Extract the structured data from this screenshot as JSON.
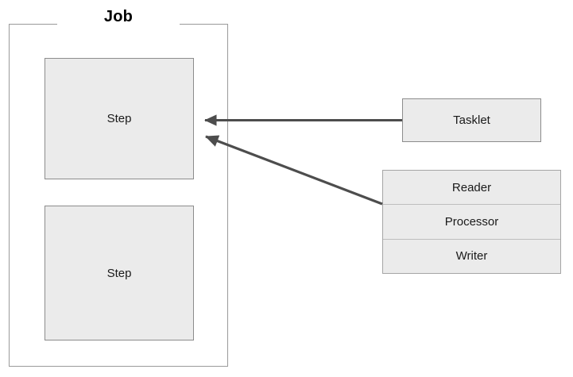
{
  "diagram": {
    "title": "Spring Batch Job structure diagram",
    "background_color": "#ffffff",
    "box_fill_color": "#ebebeb",
    "box_border_color": "#8c8c8c",
    "arrow_color": "#4d4d4d",
    "text_color": "#1a1a1a"
  },
  "job": {
    "label": "Job",
    "steps": [
      {
        "label": "Step"
      },
      {
        "label": "Step"
      }
    ]
  },
  "tasklet": {
    "label": "Tasklet"
  },
  "chunk": {
    "rows": [
      {
        "label": "Reader"
      },
      {
        "label": "Processor"
      },
      {
        "label": "Writer"
      }
    ]
  },
  "arrows": [
    {
      "name": "tasklet-to-step",
      "from": "Tasklet",
      "to": "Step"
    },
    {
      "name": "chunk-to-step",
      "from": "Reader/Processor/Writer",
      "to": "Step"
    }
  ]
}
